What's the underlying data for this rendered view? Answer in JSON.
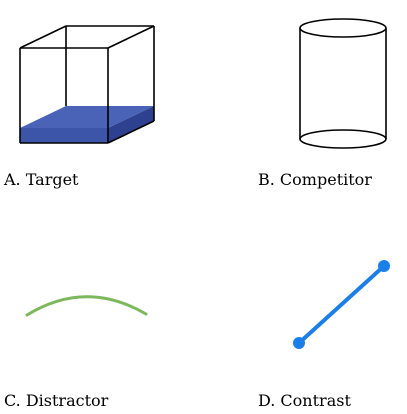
{
  "panels": [
    {
      "id": "A",
      "label": "A. Target",
      "figure": "cube-with-water-layer"
    },
    {
      "id": "B",
      "label": "B. Competitor",
      "figure": "cylinder"
    },
    {
      "id": "C",
      "label": "C. Distractor",
      "figure": "arc"
    },
    {
      "id": "D",
      "label": "D. Contrast",
      "figure": "line-segment"
    }
  ],
  "colors": {
    "outline": "#000000",
    "water_top": "#4a63b7",
    "water_front": "#3d55a8",
    "water_side": "#2e4190",
    "arc": "#7db85c",
    "segment": "#1a7fe8"
  }
}
